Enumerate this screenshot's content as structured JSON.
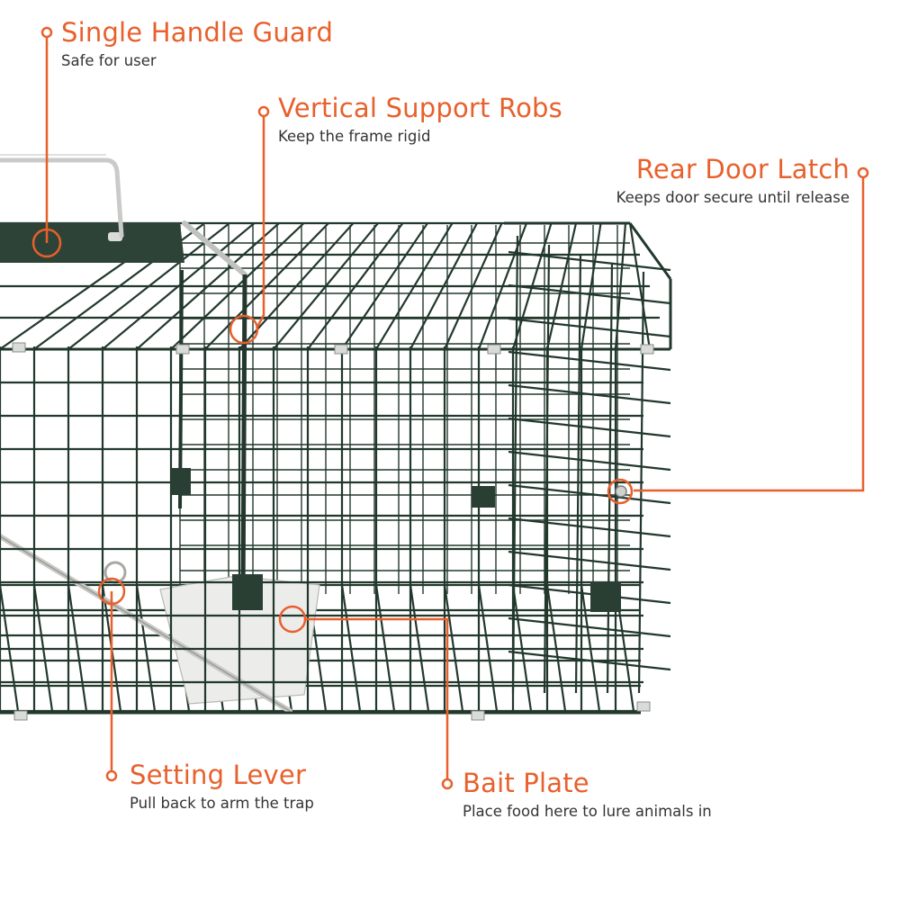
{
  "accent_color": "#e8602c",
  "wire_color": "#22382d",
  "callouts": {
    "handle": {
      "title": "Single Handle Guard",
      "subtitle": "Safe for user",
      "icon": "leader-dot-icon"
    },
    "support": {
      "title": "Vertical Support Robs",
      "subtitle": "Keep the frame rigid",
      "icon": "leader-dot-icon"
    },
    "latch": {
      "title": "Rear Door Latch",
      "subtitle": "Keeps door secure until release",
      "icon": "leader-dot-icon"
    },
    "lever": {
      "title": "Setting Lever",
      "subtitle": "Pull back to arm the trap",
      "icon": "leader-dot-icon"
    },
    "bait": {
      "title": "Bait Plate",
      "subtitle": "Place food here to lure animals in",
      "icon": "leader-dot-icon"
    }
  }
}
